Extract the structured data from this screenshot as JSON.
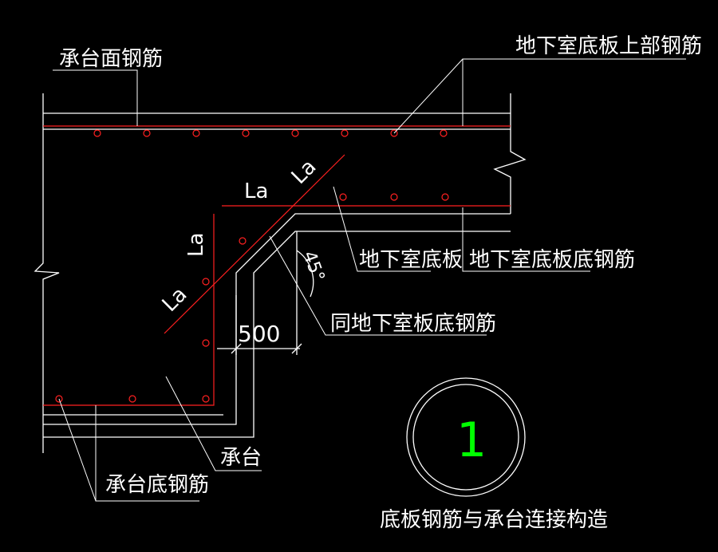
{
  "labels": {
    "cap_top_rebar": "承台面钢筋",
    "basement_slab_top_rebar": "地下室底板上部钢筋",
    "basement_slab": "地下室底板",
    "basement_slab_bottom_rebar": "地下室底板底钢筋",
    "same_as_slab_bottom_rebar": "同地下室板底钢筋",
    "pile_cap": "承台",
    "cap_bottom_rebar": "承台底钢筋",
    "la_horizontal": "La",
    "la_diagonal": "La",
    "la_vertical": "La",
    "la_lower_diagonal": "La",
    "angle": "45°",
    "dimension_500": "500"
  },
  "detail": {
    "number": "1",
    "caption": "底板钢筋与承台连接构造"
  },
  "colors": {
    "background": "#000000",
    "lines": "#ffffff",
    "rebar": "#ff2020",
    "detail_number": "#00ff00"
  }
}
